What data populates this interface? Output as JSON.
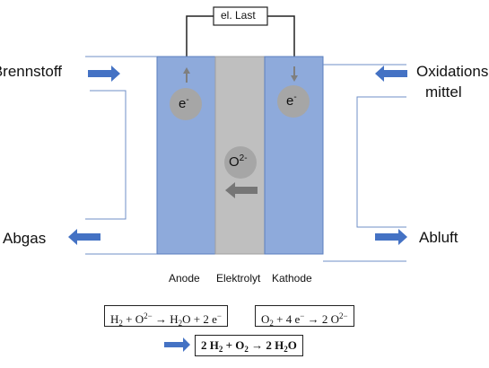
{
  "load": {
    "label": "el. Last"
  },
  "inputs": {
    "fuel": "Brennstoff",
    "oxidant_line1": "Oxidations-",
    "oxidant_line2": "mittel"
  },
  "outputs": {
    "exhaust": "Abgas",
    "exhaust_air": "Abluft"
  },
  "particles": {
    "electron": "e",
    "electron_charge": "-",
    "oxide": "O",
    "oxide_charge": "2-"
  },
  "layers": {
    "anode": "Anode",
    "electrolyte": "Elektrolyt",
    "cathode": "Kathode"
  },
  "colors": {
    "electrode": "#8eaadb",
    "electrolyte": "#bfbfbf",
    "arrow": "#4472c4",
    "ion_arrow": "#7f7f7f",
    "particle": "#a6a6a6"
  },
  "equations": {
    "anode": {
      "a": "H",
      "a_sub": "2",
      "b": " + O",
      "b_sup": "2−",
      "c": " → H",
      "c_sub": "2",
      "d": "O + 2 e",
      "d_sup": "−"
    },
    "cathode": {
      "a": "O",
      "a_sub": "2",
      "b": " + 4 e",
      "b_sup": "−",
      "c": " → 2 O",
      "c_sup": "2−"
    },
    "overall": {
      "a": "2 H",
      "a_sub": "2",
      "b": " + O",
      "b_sub": "2",
      "c": " → 2 H",
      "c_sub": "2",
      "d": "O"
    }
  }
}
